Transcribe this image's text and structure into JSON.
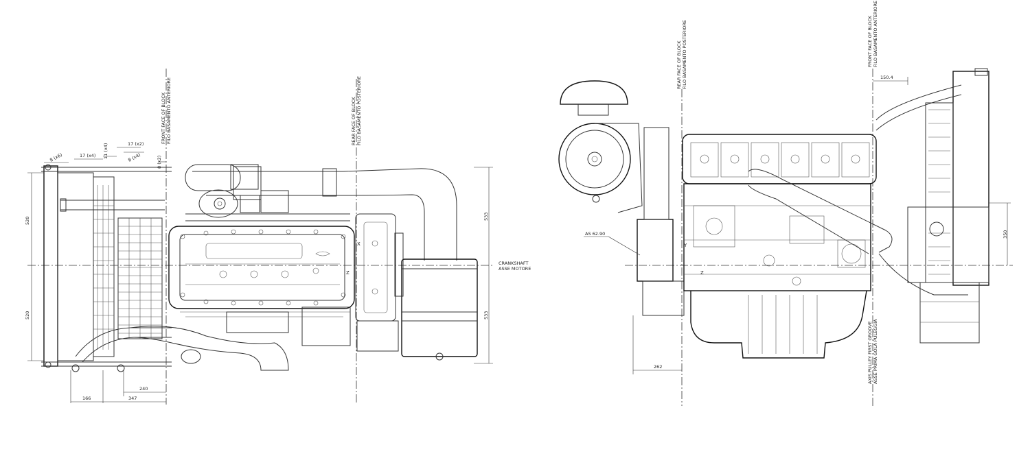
{
  "left_view": {
    "labels": {
      "front_face_en": "FRONT FACE OF BLOCK",
      "front_face_it": "FILO BASAMENTO ANTERIORE",
      "rear_face_en": "REAR FACE OF BLOCK",
      "rear_face_it": "FILO BASAMENTO POSTERIORE",
      "crankshaft_en": "CRANKSHAFT",
      "crankshaft_it": "ASSE MOTORE",
      "x": "X",
      "z": "Z"
    },
    "dimensions": {
      "d_8x6": "8 (x6)",
      "d_17x4": "17 (x4)",
      "d_11x4": "11 (x4)",
      "d_17x2": "17 (x2)",
      "d_8x4": "8 (x4)",
      "d_8x2": "8 (x2)",
      "d_520_top": "520",
      "d_520_bottom": "520",
      "d_533_top": "533",
      "d_533_bottom": "533",
      "d_240": "240",
      "d_347": "347",
      "d_166": "166"
    }
  },
  "right_view": {
    "labels": {
      "rear_face_en": "REAR FACE OF BLOCK",
      "rear_face_it": "FILO BASAMENTO POSTERIORE",
      "front_face_en": "FRONT FACE OF BLOCK",
      "front_face_it": "FILO BASAMENTO ANTERIORE",
      "pulley_en": "AXIS PULLEY FIRST GROOVE",
      "pulley_it": "ASSE PRIMA GOLA PULEGGIA",
      "y": "Y",
      "z": "Z"
    },
    "dimensions": {
      "as_6290": "AS 62.90",
      "d_1504": "150.4",
      "d_350": "350",
      "d_262": "262"
    }
  }
}
